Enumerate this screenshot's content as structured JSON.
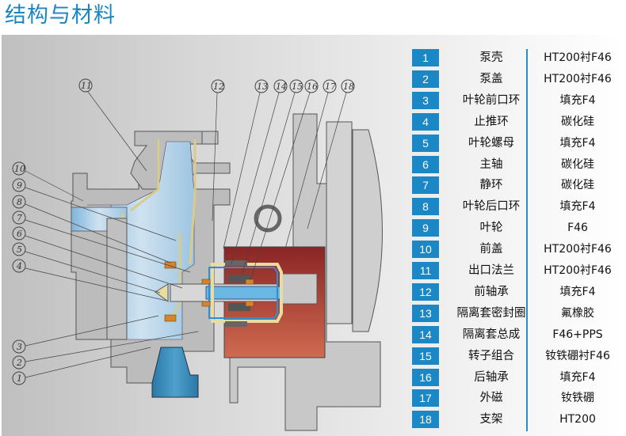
{
  "title": "结构与材料",
  "colors": {
    "accent": "#1b87c5",
    "title": "#1a86c2",
    "casing_gray": "#b9b9b9",
    "fluid_blue": "#8fc0e0",
    "lining_yellow": "#e9dfa2",
    "magnet_red": "#a6372d",
    "bearing_orange": "#d9822b",
    "base_blue": "#2a7fae"
  },
  "diagram": {
    "callouts": [
      "1",
      "2",
      "3",
      "4",
      "5",
      "6",
      "7",
      "8",
      "9",
      "10",
      "11",
      "12",
      "13",
      "14",
      "15",
      "16",
      "17",
      "18"
    ]
  },
  "parts": [
    {
      "num": "1",
      "name": "泵壳",
      "material": "HT200衬F46"
    },
    {
      "num": "2",
      "name": "泵盖",
      "material": "HT200衬F46"
    },
    {
      "num": "3",
      "name": "叶轮前口环",
      "material": "填充F4"
    },
    {
      "num": "4",
      "name": "止推环",
      "material": "碳化硅"
    },
    {
      "num": "5",
      "name": "叶轮螺母",
      "material": "填充F4"
    },
    {
      "num": "6",
      "name": "主轴",
      "material": "碳化硅"
    },
    {
      "num": "7",
      "name": "静环",
      "material": "碳化硅"
    },
    {
      "num": "8",
      "name": "叶轮后口环",
      "material": "填充F4"
    },
    {
      "num": "9",
      "name": "叶轮",
      "material": "F46"
    },
    {
      "num": "10",
      "name": "前盖",
      "material": "HT200衬F46"
    },
    {
      "num": "11",
      "name": "出口法兰",
      "material": "HT200衬F46"
    },
    {
      "num": "12",
      "name": "前轴承",
      "material": "填充F4"
    },
    {
      "num": "13",
      "name": "隔离套密封圈",
      "material": "氟橡胶"
    },
    {
      "num": "14",
      "name": "隔离套总成",
      "material": "F46+PPS"
    },
    {
      "num": "15",
      "name": "转子组合",
      "material": "钕铁硼衬F46"
    },
    {
      "num": "16",
      "name": "后轴承",
      "material": "填充F4"
    },
    {
      "num": "17",
      "name": "外磁",
      "material": "钕铁硼"
    },
    {
      "num": "18",
      "name": "支架",
      "material": "HT200"
    }
  ]
}
